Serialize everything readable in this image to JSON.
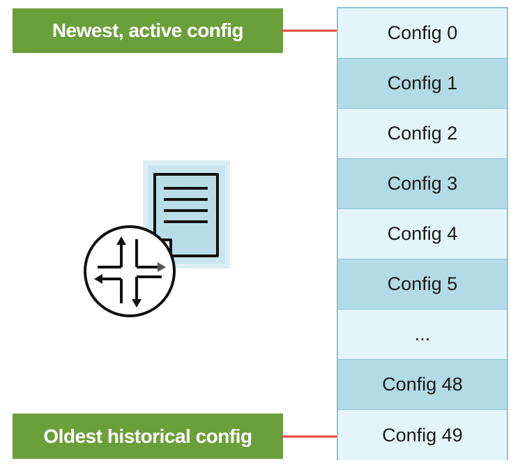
{
  "labels": {
    "newest": "Newest, active config",
    "oldest": "Oldest historical config"
  },
  "configs": [
    {
      "label": "Config 0",
      "shade": "light"
    },
    {
      "label": "Config 1",
      "shade": "dark"
    },
    {
      "label": "Config 2",
      "shade": "light"
    },
    {
      "label": "Config 3",
      "shade": "dark"
    },
    {
      "label": "Config 4",
      "shade": "light"
    },
    {
      "label": "Config 5",
      "shade": "dark"
    },
    {
      "label": "...",
      "shade": "light"
    },
    {
      "label": "Config 48",
      "shade": "dark"
    },
    {
      "label": "Config 49",
      "shade": "light"
    }
  ],
  "colors": {
    "label_bg": "#6a9f3a",
    "slot_light": "#e4f4fb",
    "slot_dark": "#b3dbe5",
    "border": "#8ec4d4",
    "arrow": "#e8473a"
  },
  "icons": [
    "router-icon",
    "config-document-icon"
  ]
}
